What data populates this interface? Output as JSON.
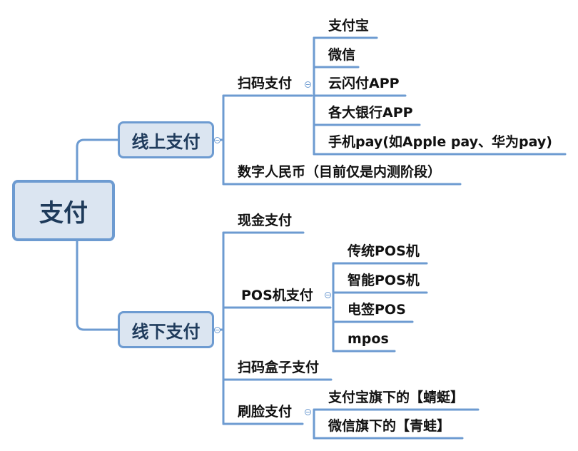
{
  "root": {
    "label": "支付"
  },
  "online": {
    "label": "线上支付",
    "scan": {
      "label": "扫码支付",
      "children": [
        "支付宝",
        "微信",
        "云闪付APP",
        "各大银行APP",
        "手机pay(如Apple pay、华为pay)"
      ]
    },
    "digital": {
      "label": "数字人民币（目前仅是内测阶段）"
    }
  },
  "offline": {
    "label": "线下支付",
    "cash": {
      "label": "现金支付"
    },
    "pos": {
      "label": "POS机支付",
      "children": [
        "传统POS机",
        "智能POS机",
        "电签POS",
        "mpos"
      ]
    },
    "box": {
      "label": "扫码盒子支付"
    },
    "face": {
      "label": "刷脸支付",
      "children": [
        "支付宝旗下的【蜻蜓】",
        "微信旗下的【青蛙】"
      ]
    }
  },
  "colors": {
    "line": "#6d9bd1",
    "node_fill": "#dbe5f1",
    "node_text": "#1f3b5c"
  }
}
